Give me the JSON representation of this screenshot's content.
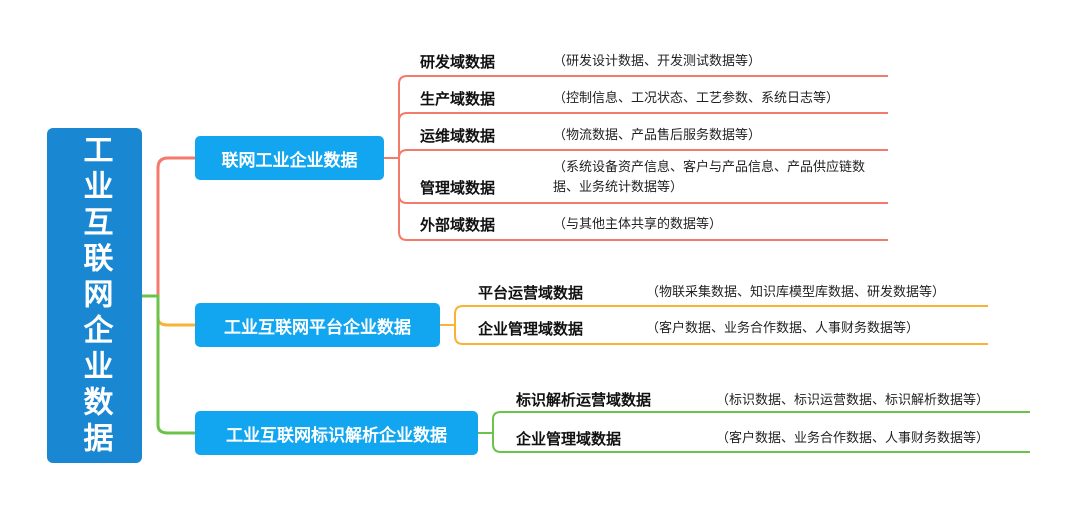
{
  "root": {
    "label": "工业互联网企业数据"
  },
  "branches": [
    {
      "label": "联网工业企业数据",
      "color": "#f47a6a",
      "children": [
        {
          "label": "研发域数据",
          "desc": "（研发设计数据、开发测试数据等）"
        },
        {
          "label": "生产域数据",
          "desc": "（控制信息、工况状态、工艺参数、系统日志等）"
        },
        {
          "label": "运维域数据",
          "desc": "（物流数据、产品售后服务数据等）"
        },
        {
          "label": "管理域数据",
          "desc": "（系统设备资产信息、客户与产品信息、产品供应链数据、业务统计数据等）"
        },
        {
          "label": "外部域数据",
          "desc": "（与其他主体共享的数据等）"
        }
      ]
    },
    {
      "label": "工业互联网平台企业数据",
      "color": "#f9b233",
      "children": [
        {
          "label": "平台运营域数据",
          "desc": "（物联采集数据、知识库模型库数据、研发数据等）"
        },
        {
          "label": "企业管理域数据",
          "desc": "（客户数据、业务合作数据、人事财务数据等）"
        }
      ]
    },
    {
      "label": "工业互联网标识解析企业数据",
      "color": "#6cc24a",
      "children": [
        {
          "label": "标识解析运营域数据",
          "desc": "（标识数据、标识运营数据、标识解析数据等）"
        },
        {
          "label": "企业管理域数据",
          "desc": "（客户数据、业务合作数据、人事财务数据等）"
        }
      ]
    }
  ]
}
